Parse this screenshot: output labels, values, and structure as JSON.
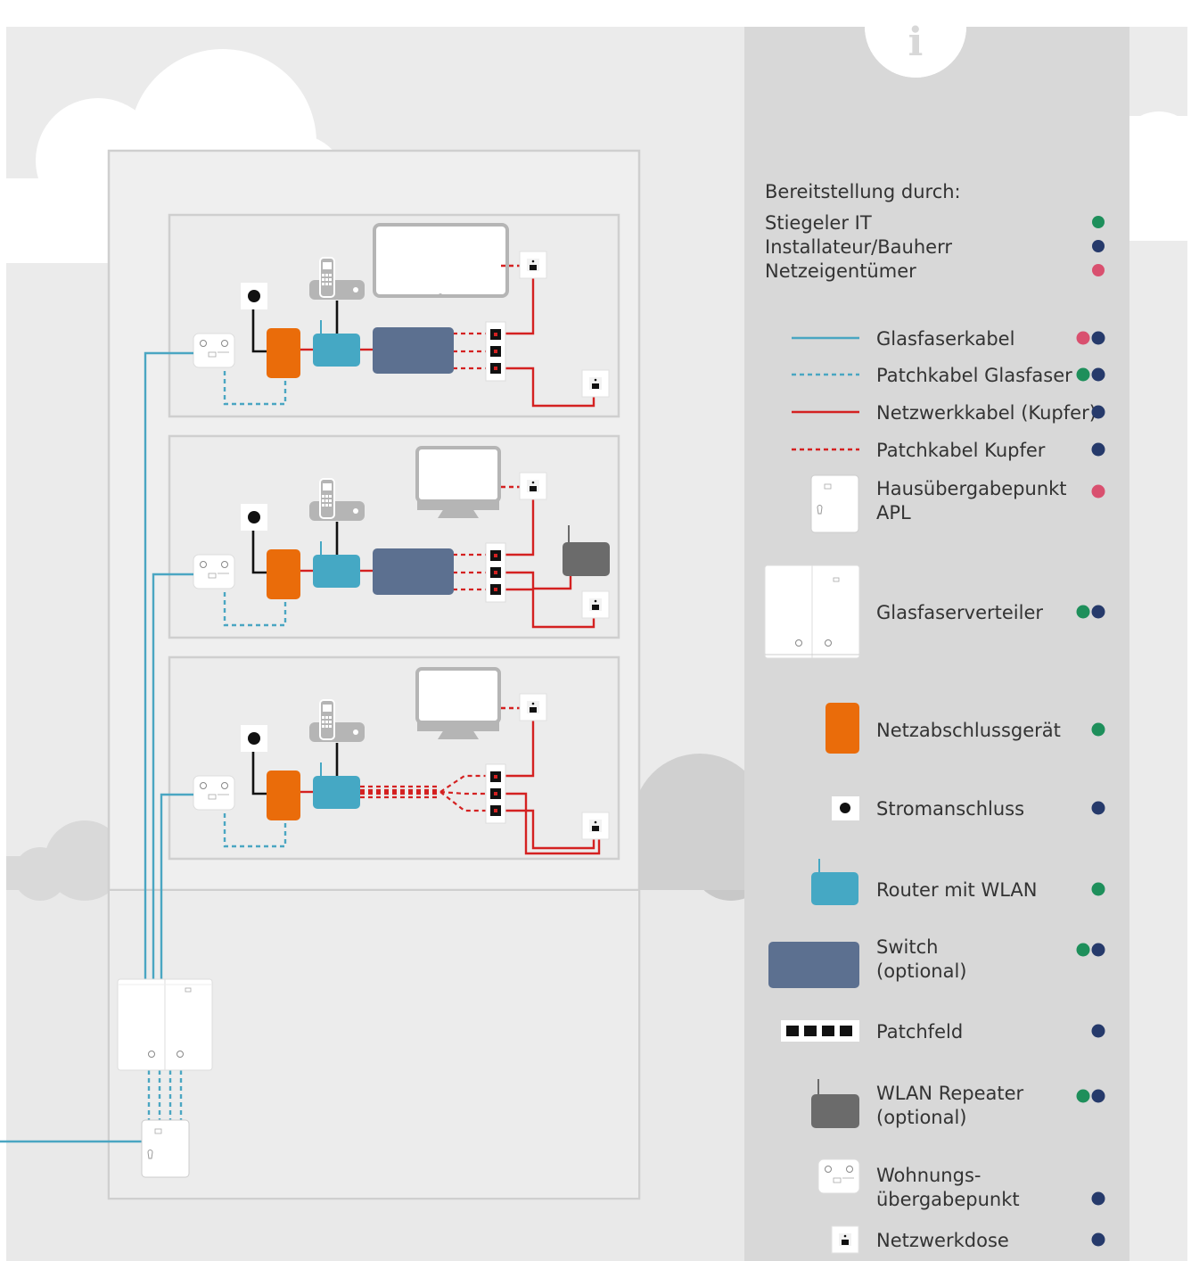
{
  "colors": {
    "stiegeler": "#1e8f5b",
    "installateur": "#263a6b",
    "netzeigentuemer": "#d9506f",
    "fiber": "#4aa6c2",
    "copper": "#d42121",
    "orange": "#ea6c0a",
    "router": "#45a8c4",
    "switch": "#5c7090",
    "repeater": "#6b6b6b"
  },
  "info_icon": "info-icon",
  "provision": {
    "heading": "Bereitstellung durch:",
    "parties": [
      {
        "label": "Stiegeler IT",
        "color": "#1e8f5b"
      },
      {
        "label": "Installateur/Bauherr",
        "color": "#263a6b"
      },
      {
        "label": "Netzeigentümer",
        "color": "#d9506f"
      }
    ]
  },
  "legend": [
    {
      "label": "Glasfaserkabel",
      "symbol": "fiber-line-icon",
      "dots": [
        "#d9506f",
        "#263a6b"
      ]
    },
    {
      "label": "Patchkabel Glasfaser",
      "symbol": "fiber-patch-line-icon",
      "dots": [
        "#1e8f5b",
        "#263a6b"
      ]
    },
    {
      "label": "Netzwerkkabel (Kupfer)",
      "symbol": "copper-line-icon",
      "dots": [
        "#263a6b"
      ]
    },
    {
      "label": "Patchkabel Kupfer",
      "symbol": "copper-patch-line-icon",
      "dots": [
        "#263a6b"
      ]
    },
    {
      "label": "Hausübergabepunkt APL",
      "symbol": "apl-box-icon",
      "dots": [
        "#d9506f"
      ]
    },
    {
      "label": "Glasfaserverteiler",
      "symbol": "fiber-distributor-icon",
      "dots": [
        "#1e8f5b",
        "#263a6b"
      ]
    },
    {
      "label": "Netzabschlussgerät",
      "symbol": "ont-device-icon",
      "dots": [
        "#1e8f5b"
      ]
    },
    {
      "label": "Stromanschluss",
      "symbol": "power-socket-icon",
      "dots": [
        "#263a6b"
      ]
    },
    {
      "label": "Router mit WLAN",
      "symbol": "router-icon",
      "dots": [
        "#1e8f5b"
      ]
    },
    {
      "label": "Switch (optional)",
      "symbol": "switch-icon",
      "dots": [
        "#1e8f5b",
        "#263a6b"
      ]
    },
    {
      "label": "Patchfeld",
      "symbol": "patch-panel-icon",
      "dots": [
        "#263a6b"
      ]
    },
    {
      "label": "WLAN Repeater (optional)",
      "symbol": "repeater-icon",
      "dots": [
        "#1e8f5b",
        "#263a6b"
      ]
    },
    {
      "label": "Wohnungs- übergabepunkt",
      "symbol": "apartment-box-icon",
      "dots": [
        "#263a6b"
      ]
    },
    {
      "label": "Netzwerkdose",
      "symbol": "network-outlet-icon",
      "dots": [
        "#263a6b"
      ]
    }
  ],
  "floors": [
    {
      "name": "upper-floor",
      "display": "large-screen",
      "switch": true,
      "repeater": false
    },
    {
      "name": "middle-floor",
      "display": "monitor",
      "switch": true,
      "repeater": true
    },
    {
      "name": "lower-floor",
      "display": "monitor",
      "switch": false,
      "repeater": false
    }
  ]
}
